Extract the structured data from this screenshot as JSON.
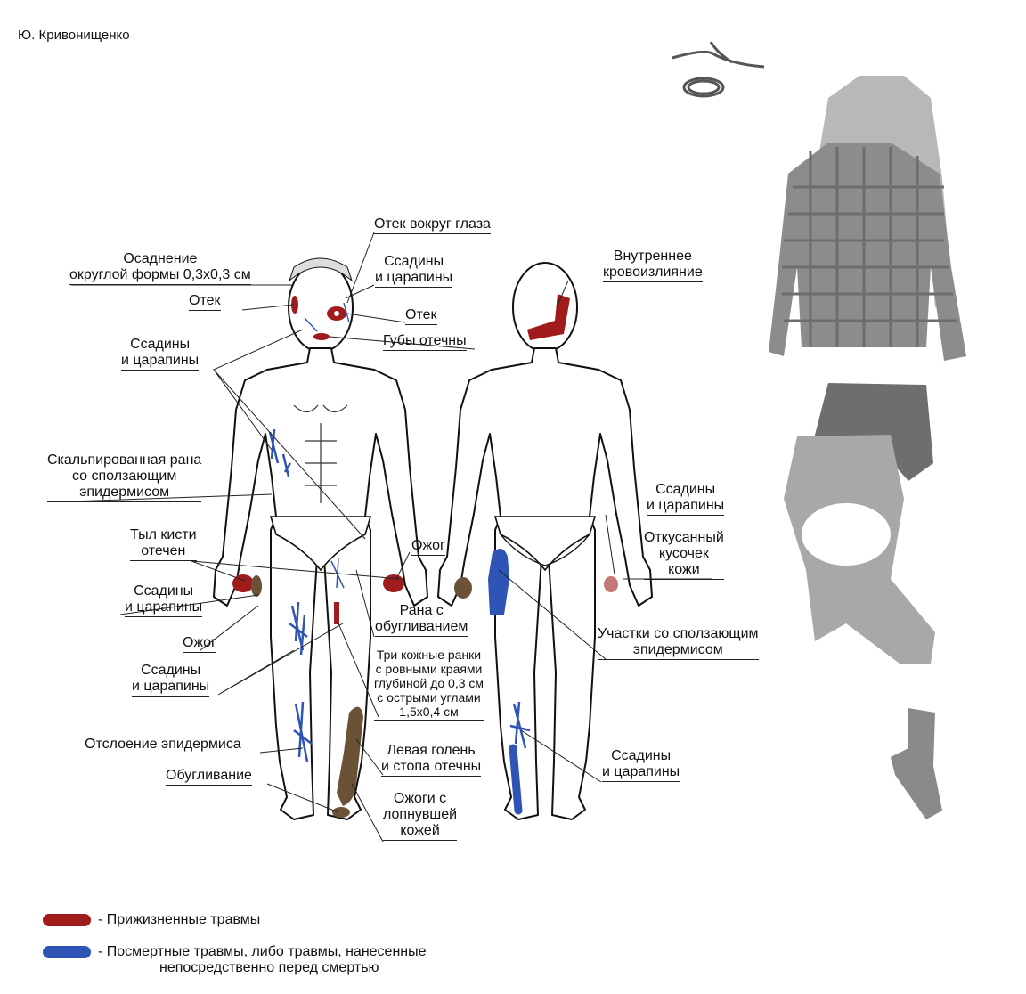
{
  "author": "Ю. Кривонищенко",
  "labels": {
    "eye_swelling": [
      "Отек вокруг глаза"
    ],
    "round_abrasion": [
      "Осаднение",
      "округлой формы 0,3х0,3 см"
    ],
    "scratches_face": [
      "Ссадины",
      "и царапины"
    ],
    "swelling_left": [
      "Отек"
    ],
    "swelling_right": [
      "Отек"
    ],
    "lips": [
      "Губы отечны"
    ],
    "scratches_upper": [
      "Ссадины",
      "и царапины"
    ],
    "internal_hemorrhage": [
      "Внутреннее",
      "кровоизлияние"
    ],
    "scalped_wound": [
      "Скальпированная рана",
      "со сползающим",
      "эпидермисом"
    ],
    "hand_back": [
      "Тыл кисти",
      "отечен"
    ],
    "burn_hand": [
      "Ожог"
    ],
    "scratches_hand": [
      "Ссадины",
      "и царапины"
    ],
    "scratches_back_hand": [
      "Ссадины",
      "и царапины"
    ],
    "bitten_skin": [
      "Откусанный",
      "кусочек",
      "кожи"
    ],
    "charred_wound": [
      "Рана с",
      "обугливанием"
    ],
    "burn_leg": [
      "Ожог"
    ],
    "sliding_epidermis": [
      "Участки со сползающим",
      "эпидермисом"
    ],
    "three_wounds": [
      "Три кожные ранки",
      "с ровными краями",
      "глубиной до 0,3 см",
      "с острыми углами",
      "1,5х0,4 см"
    ],
    "scratches_legs": [
      "Ссадины",
      "и царапины"
    ],
    "epidermis_detach": [
      "Отслоение эпидермиса"
    ],
    "left_shin": [
      "Левая голень",
      "и стопа отечны"
    ],
    "scratches_calf_back": [
      "Ссадины",
      "и царапины"
    ],
    "charring": [
      "Обугливание"
    ],
    "burst_burns": [
      "Ожоги с",
      "лопнувшей",
      "кожей"
    ]
  },
  "legend": {
    "lifetime": {
      "text": "- Прижизненные травмы",
      "color": "#a01c1c"
    },
    "postmortem": {
      "line1": "- Посмертные травмы, либо травмы, нанесенные",
      "line2": "непосредственно перед смертью",
      "color": "#2e55b5"
    }
  },
  "colors": {
    "burn_brown": "#6b5236",
    "clothing_gray": "#9a9a9a"
  }
}
